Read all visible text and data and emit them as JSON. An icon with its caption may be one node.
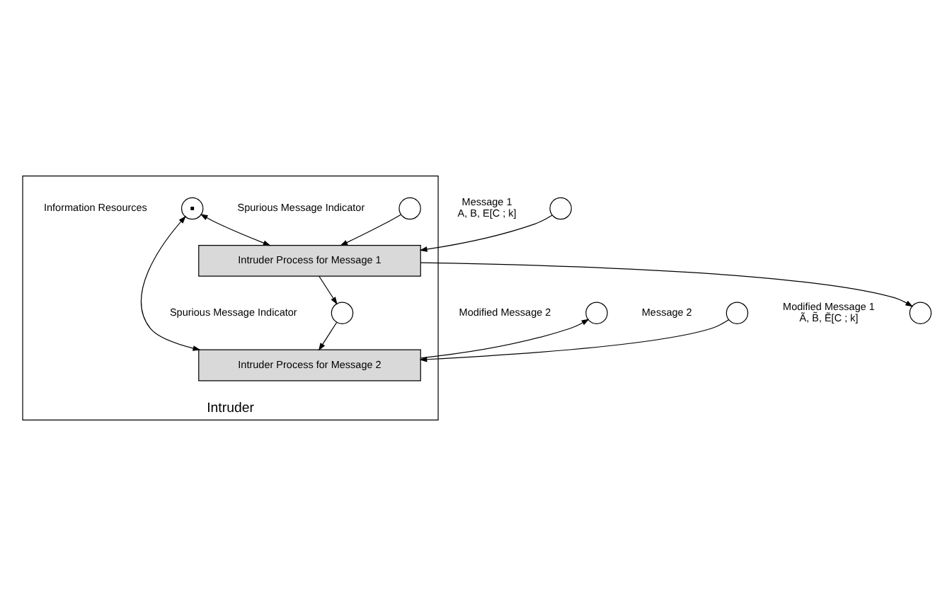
{
  "diagram": {
    "nodes": [
      {
        "text": [
          "Intruder"
        ]
      },
      {
        "text": [],
        "shape": "circle",
        "in": 0,
        "beside": [
          "Spurious Message Indicator"
        ]
      },
      {
        "text": [],
        "shape": "circle",
        "beside": [
          "Message 1",
          "A, B, E[C ; k]"
        ]
      },
      {
        "text": [
          "Intruder Process for Message 1"
        ],
        "in": 0
      },
      {
        "text": [],
        "shape": "circle",
        "beside": [
          "Modified Message 1",
          "Ã, B̃, Ẽ[C ; k]"
        ]
      },
      {
        "text": [],
        "shape": "circle",
        "in": 0,
        "beside": [
          "Information Resources"
        ]
      },
      {
        "text": [],
        "shape": "circle",
        "in": 0,
        "beside": [
          "Spurious Message Indicator"
        ]
      },
      {
        "text": [],
        "shape": "circle",
        "beside": [
          "Modified Message 2"
        ]
      },
      {
        "text": [
          "Intruder Process for Message 2"
        ],
        "in": 0
      },
      {
        "text": [],
        "shape": "circle",
        "beside": [
          "Message 2"
        ]
      }
    ],
    "edges": [
      {
        "from": 1,
        "to": 3,
        "arrow": "to"
      },
      {
        "from": 2,
        "to": 3,
        "arrow": "to"
      },
      {
        "from": 3,
        "to": 4,
        "arrow": "to"
      },
      {
        "from": 5,
        "to": 3,
        "arrow": "both"
      },
      {
        "from": 5,
        "to": 8,
        "arrow": "both"
      },
      {
        "from": 3,
        "to": 6,
        "arrow": "to"
      },
      {
        "from": 6,
        "to": 8,
        "arrow": "to"
      },
      {
        "from": 8,
        "to": 7,
        "arrow": "to"
      },
      {
        "from": 9,
        "to": 8,
        "arrow": "to"
      }
    ]
  }
}
